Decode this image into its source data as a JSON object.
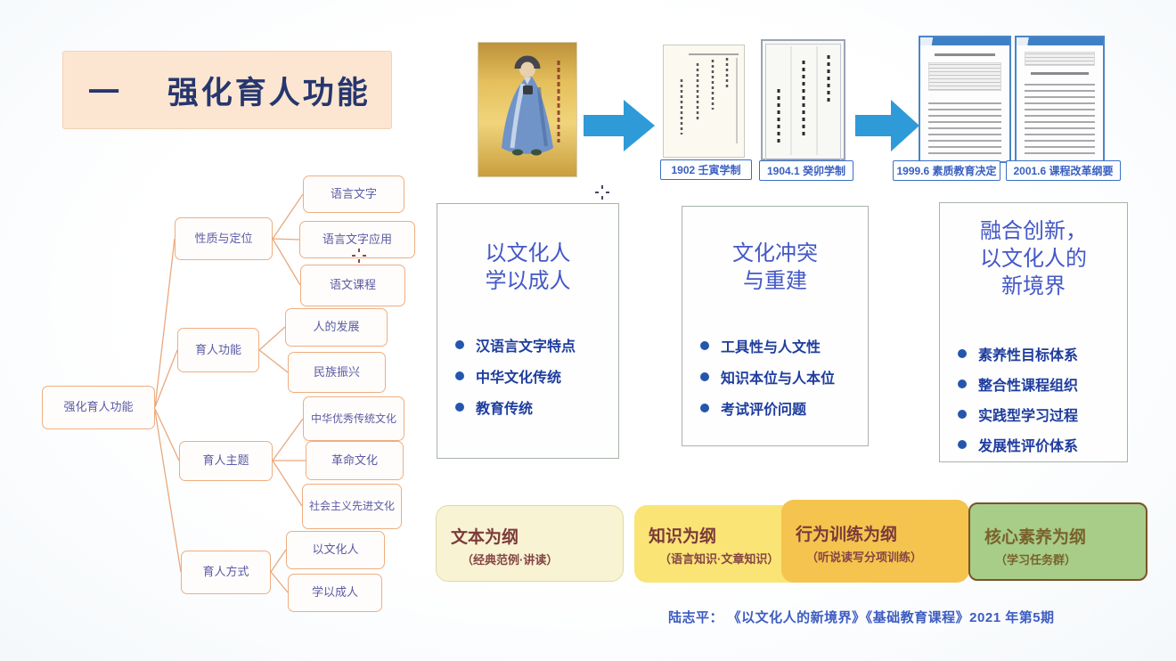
{
  "slide": {
    "title": "一　 强化育人功能",
    "citation": "陆志平： 《以文化人的新境界》《基础教育课程》2021 年第5期"
  },
  "mindmap": {
    "root": "强化育人功能",
    "branches": [
      {
        "label": "性质与定位",
        "children": [
          "语言文字",
          "语言文字应用",
          "语文课程"
        ]
      },
      {
        "label": "育人功能",
        "children": [
          "人的发展",
          "民族振兴"
        ]
      },
      {
        "label": "育人主题",
        "children": [
          "中华优秀传统文化",
          "革命文化",
          "社会主义先进文化"
        ]
      },
      {
        "label": "育人方式",
        "children": [
          "以文化人",
          "学以成人"
        ]
      }
    ]
  },
  "timeline": {
    "doc_labels": [
      "1902 壬寅学制",
      "1904.1 癸卯学制",
      "1999.6 素质教育决定",
      "2001.6 课程改革纲要"
    ],
    "icons": [
      "confucius-painting",
      "right-block-arrow",
      "old-document",
      "right-block-arrow",
      "modern-document"
    ]
  },
  "panels": [
    {
      "title": "以文化人\n学以成人",
      "bullets": [
        "汉语言文字特点",
        "中华文化传统",
        "教育传统"
      ]
    },
    {
      "title": "文化冲突\n与重建",
      "bullets": [
        "工具性与人文性",
        "知识本位与人本位",
        "考试评价问题"
      ]
    },
    {
      "title": "融合创新，\n以文化人的\n新境界",
      "bullets": [
        "素养性目标体系",
        "整合性课程组织",
        "实践型学习过程",
        "发展性评价体系"
      ]
    }
  ],
  "stages": [
    {
      "title": "文本为纲",
      "subtitle": "（经典范例·讲读）"
    },
    {
      "title": "知识为纲",
      "subtitle": "（语言知识·文章知识）"
    },
    {
      "title": "行为训练为纲",
      "subtitle": "（听说读写分项训练）"
    },
    {
      "title": "核心素养为纲",
      "subtitle": "（学习任务群）"
    }
  ],
  "colors": {
    "title_box_bg": "#fce6d1",
    "title_text": "#26366e",
    "mindmap_border": "#efae80",
    "mindmap_text": "#5b5ba5",
    "arrow_blue": "#2f9ad8",
    "panel_title_blue": "#4458c8",
    "bullet_blue": "#1e3c9e",
    "doc_label_blue": "#3a5fc0",
    "stage1_bg": "#f8f3d2",
    "stage2_bg": "#f9e475",
    "stage3_bg": "#f5c44e",
    "stage4_bg": "#a7cd89",
    "stage_text_maroon": "#7b3a3a",
    "stage4_text_olive": "#7a622c"
  }
}
